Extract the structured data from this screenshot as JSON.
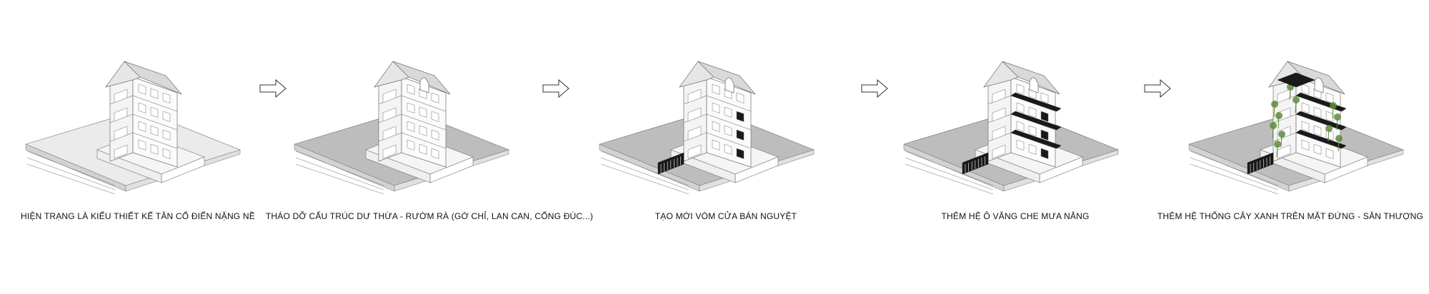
{
  "steps": [
    {
      "caption": "HIỆN TRẠNG LÀ KIỂU THIẾT KẾ TÂN CỔ ĐIỂN NẶNG NỀ",
      "variant": "existing"
    },
    {
      "caption": "THÁO DỠ CẤU TRÚC DƯ THỪA - RƯỜM RÀ (GỜ CHỈ, LAN CAN, CỔNG ĐÚC...)",
      "variant": "stripped"
    },
    {
      "caption": "TẠO MỚI VÒM CỬA BÁN NGUYỆT",
      "variant": "arched"
    },
    {
      "caption": "THÊM HỆ Ô VĂNG CHE MƯA NẮNG",
      "variant": "canopy"
    },
    {
      "caption": "THÊM HỆ THỐNG CÂY XANH TRÊN MẶT ĐỨNG - SÂN THƯỢNG",
      "variant": "green"
    }
  ],
  "colors": {
    "ground_light": "#ebebeb",
    "ground_dark": "#bdbdbd",
    "road": "#9e9e9e",
    "line": "#6f6f6f",
    "black": "#1a1a1a",
    "plant": "#5e8b3a"
  },
  "icons": [
    "arrow-right-icon"
  ]
}
